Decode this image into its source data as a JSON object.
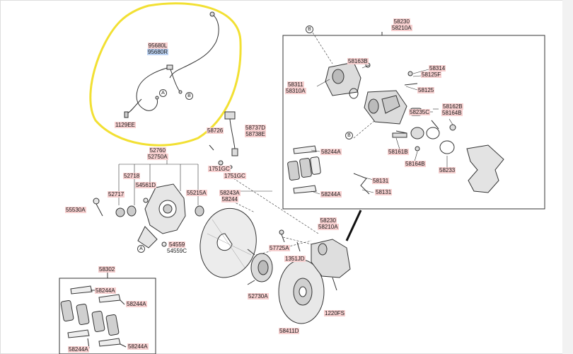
{
  "sensor": {
    "part_l": "95680L",
    "part_r": "95680R",
    "bolt": "1129EE",
    "ref_a": "A",
    "ref_b": "B"
  },
  "caliper_box": {
    "assy_1": "58230",
    "assy_2": "58210A",
    "ref_b_top": "B",
    "ref_b_bottom": "B",
    "labels": {
      "p58163B": "58163B",
      "p58314": "58314",
      "p58125F": "58125F",
      "p58311": "58311",
      "p58310A": "58310A",
      "p58125": "58125",
      "p58162B": "58162B",
      "p58235C": "58235C",
      "p58164B_r": "58164B",
      "p58244A_top": "58244A",
      "p58161B": "58161B",
      "p58164B": "58164B",
      "p58233": "58233",
      "p58131_a": "58131",
      "p58131_b": "58131",
      "p58244A_bot": "58244A"
    }
  },
  "hose": {
    "p58726": "58726",
    "p58737D": "58737D",
    "p58738E": "58738E",
    "p1751GC_a": "1751GC",
    "p1751GC_b": "1751GC"
  },
  "knuckle": {
    "p52760": "52760",
    "p52750A": "52750A",
    "p52718": "52718",
    "p52717": "52717",
    "p54561D": "54561D",
    "p55215A": "55215A",
    "p55530A": "55530A",
    "p54559": "54559",
    "p54559C": "54559C",
    "ref_a": "A"
  },
  "disc": {
    "p58243A": "58243A",
    "p58244": "58244",
    "p58230": "58230",
    "p58210A": "58210A",
    "p57725A": "57725A",
    "p1351JD": "1351JD",
    "p52730A": "52730A",
    "p1220FS": "1220FS",
    "p58411D": "58411D"
  },
  "pads_box": {
    "p58302": "58302",
    "p58244A_1": "58244A",
    "p58244A_2": "58244A",
    "p58244A_3": "58244A",
    "p58244A_4": "58244A"
  },
  "colors": {
    "highlight": "#f2e033",
    "label_bg": "#f7d0d0",
    "label_blue": "#bcd2f2",
    "line": "#333333"
  }
}
